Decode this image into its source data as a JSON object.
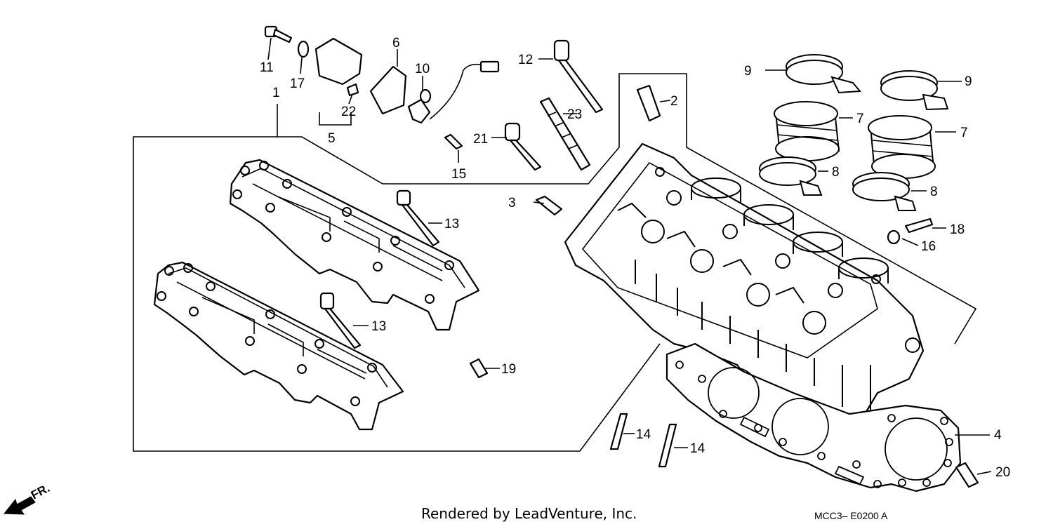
{
  "diagram": {
    "footer_text": "Rendered by LeadVenture, Inc.",
    "diagram_code": "MCC3– E0200 A",
    "front_indicator": "FR.",
    "callouts": {
      "c1": "1",
      "c2": "2",
      "c3": "3",
      "c4": "4",
      "c5": "5",
      "c6": "6",
      "c7a": "7",
      "c7b": "7",
      "c8a": "8",
      "c8b": "8",
      "c9a": "9",
      "c9b": "9",
      "c10": "10",
      "c11": "11",
      "c12": "12",
      "c13a": "13",
      "c13b": "13",
      "c14a": "14",
      "c14b": "14",
      "c15": "15",
      "c16": "16",
      "c17": "17",
      "c18": "18",
      "c19": "19",
      "c20": "20",
      "c21": "21",
      "c22": "22",
      "c23": "23"
    }
  }
}
